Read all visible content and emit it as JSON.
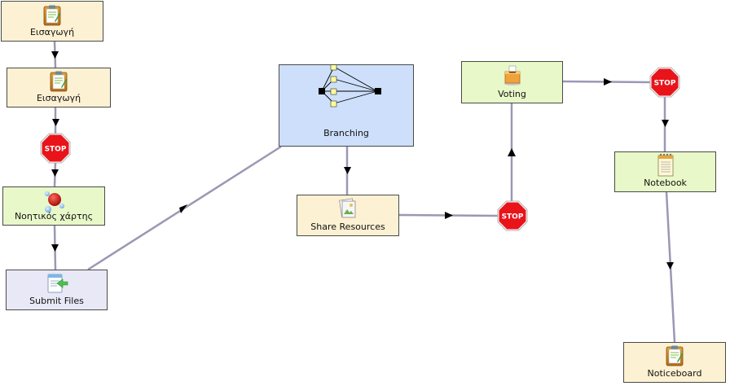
{
  "diagram": {
    "nodes": {
      "intro1": {
        "label": "Εισαγωγή",
        "icon": "clipboard-icon"
      },
      "intro2": {
        "label": "Εισαγωγή",
        "icon": "clipboard-icon"
      },
      "mindmap": {
        "label": "Νοητικός χάρτης",
        "icon": "mindmap-bubbles-icon"
      },
      "submit": {
        "label": "Submit Files",
        "icon": "submit-files-icon"
      },
      "branching": {
        "label": "Branching",
        "icon": "branching-icon"
      },
      "share": {
        "label": "Share Resources",
        "icon": "share-resources-icon"
      },
      "voting": {
        "label": "Voting",
        "icon": "ballot-box-icon"
      },
      "notebook": {
        "label": "Notebook",
        "icon": "notebook-icon"
      },
      "noticeboard": {
        "label": "Noticeboard",
        "icon": "clipboard-icon"
      }
    },
    "stop_label": "STOP",
    "colors": {
      "yellow_node": "#fdf1d3",
      "green_node": "#e8f8c8",
      "lavender_node": "#e8e8f6",
      "blue_node": "#cddffb",
      "connector": "#9a98b4",
      "arrowhead": "#000000",
      "stop_sign": "#e8141a"
    }
  }
}
